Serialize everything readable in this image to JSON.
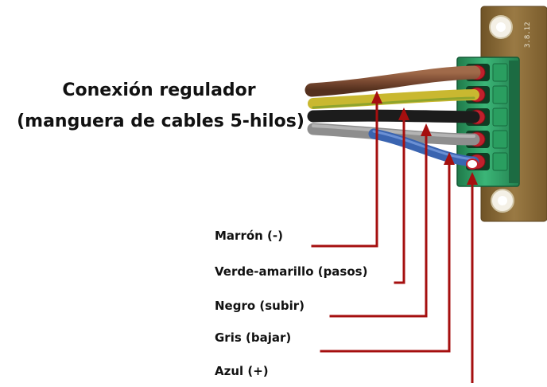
{
  "title": {
    "line1": "Conexión regulador",
    "line2": "(manguera de cables 5-hilos)"
  },
  "board": {
    "marking": "3.8.12"
  },
  "wires": [
    {
      "label": "Marrón (-)",
      "color": "#7a4a32"
    },
    {
      "label": "Verde-amarillo (pasos)",
      "color": "#c9b830"
    },
    {
      "label": "Negro (subir)",
      "color": "#1c1c1c"
    },
    {
      "label": "Gris (bajar)",
      "color": "#8e8e8e"
    },
    {
      "label": "Azul (+)",
      "color": "#3a64b0"
    }
  ],
  "colors": {
    "pointer": "#a50f0f",
    "connector": "#2e9a63",
    "board": "#8a6a34"
  }
}
